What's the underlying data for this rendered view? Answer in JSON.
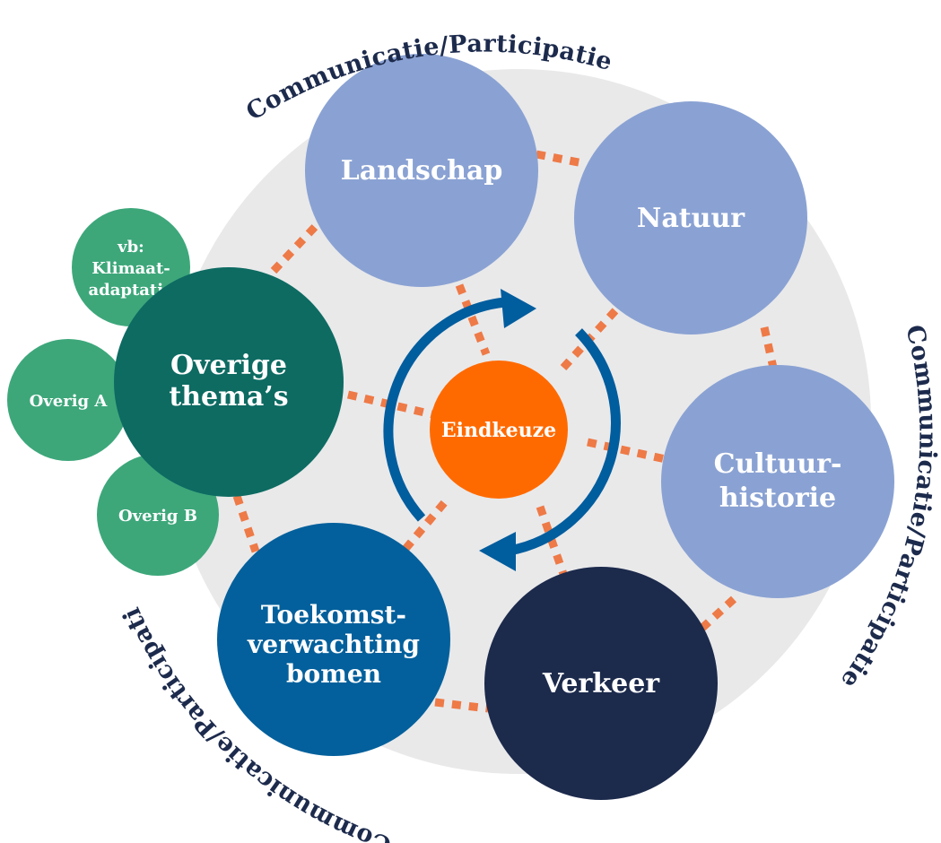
{
  "colors": {
    "background_disc": "#e9e9ea",
    "light_blue": "#8aa2d3",
    "dark_green": "#0d6b62",
    "medium_green": "#3da77a",
    "medium_blue": "#03609c",
    "navy": "#1c2a4c",
    "orange": "#ff6a00",
    "connector": "#ee7a47",
    "cycle_arrow": "#005d9e",
    "text_dark": "#1c2a4c"
  },
  "nodes": {
    "landschap": "Landschap",
    "natuur": "Natuur",
    "cultuurhistorie_1": "Cultuur-",
    "cultuurhistorie_2": "historie",
    "verkeer": "Verkeer",
    "toekomst_1": "Toekomst-",
    "toekomst_2": "verwachting",
    "toekomst_3": "bomen",
    "overige_1": "Overige",
    "overige_2": "thema’s",
    "eindkeuze": "Eindkeuze",
    "vb_1": "vb:",
    "vb_2": "Klimaat-",
    "vb_3": "adaptatie",
    "overig_a": "Overig A",
    "overig_b": "Overig B"
  },
  "arc_labels": {
    "top": "Communicatie/Participatie",
    "right": "Communicatie/Participatie",
    "bottom": "Communicatie/Participatie"
  }
}
